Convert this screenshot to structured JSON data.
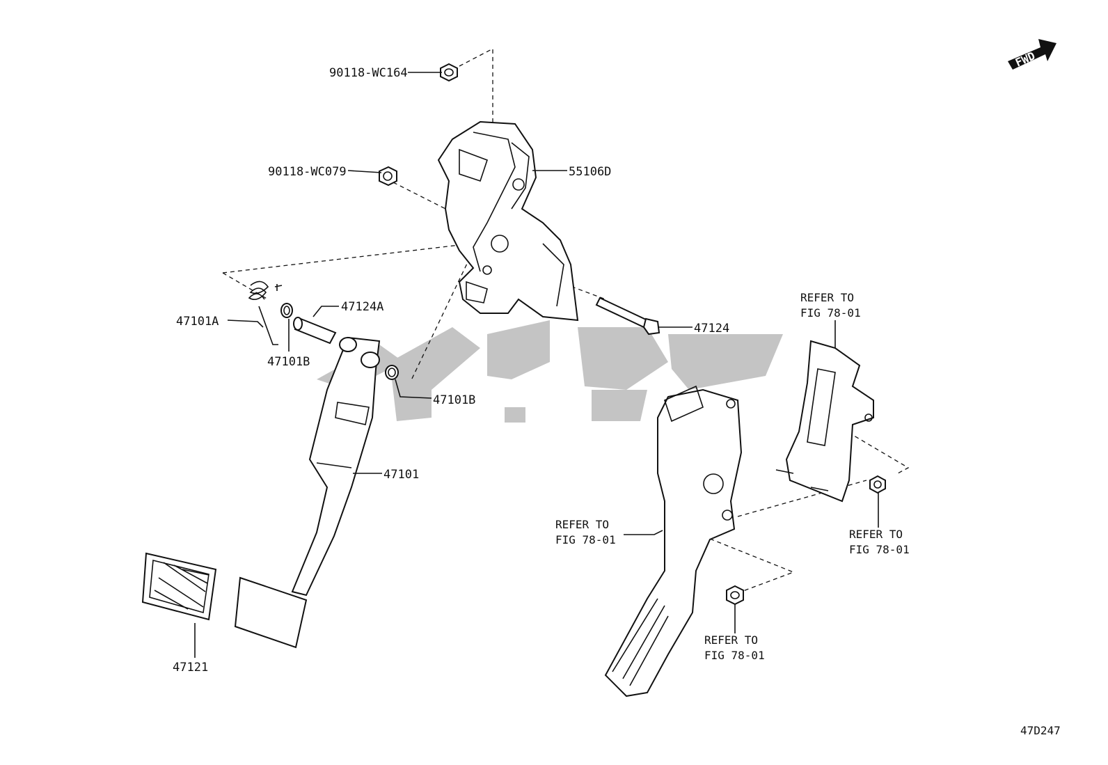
{
  "fwd_label": "FWD",
  "diagram_code": "47D247",
  "callouts": {
    "nut_upper": "90118-WC164",
    "nut_mid": "90118-WC079",
    "bracket": "55106D",
    "spring": "47101A",
    "collar": "47124A",
    "bushing_left": "47101B",
    "bushing_right": "47101B",
    "bolt": "47124",
    "brake_pedal": "47101",
    "pedal_pad": "47121"
  },
  "refer_to": {
    "top_right": [
      "REFER TO",
      "FIG 78-01"
    ],
    "accel_left": [
      "REFER TO",
      "FIG 78-01"
    ],
    "accel_right": [
      "REFER TO",
      "FIG 78-01"
    ],
    "accel_bottom": [
      "REFER TO",
      "FIG 78-01"
    ]
  }
}
